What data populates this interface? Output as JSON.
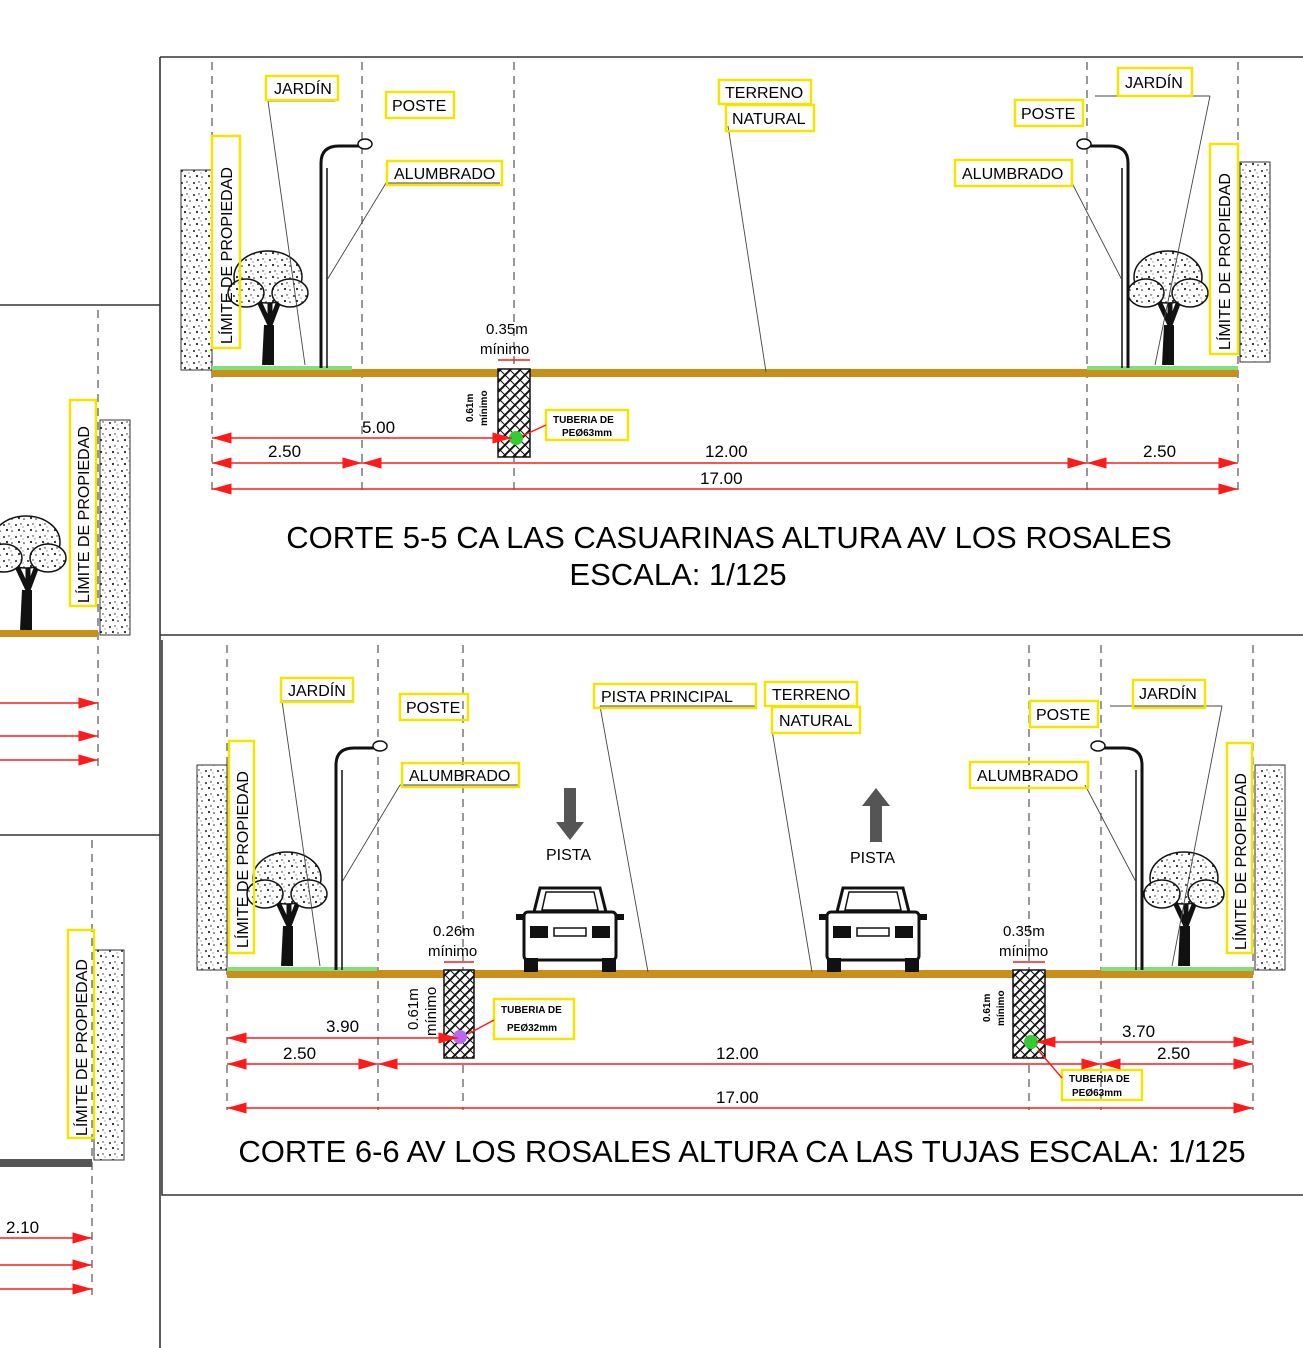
{
  "section_5": {
    "title": "CORTE 5-5 CA LAS CASUARINAS ALTURA AV LOS ROSALES",
    "scale": "ESCALA: 1/125",
    "labels": {
      "jardin_left": "JARDÍN",
      "poste_left": "POSTE",
      "alumbrado_left": "ALUMBRADO",
      "terreno": "TERRENO",
      "natural": "NATURAL",
      "jardin_right": "JARDÍN",
      "poste_right": "POSTE",
      "alumbrado_right": "ALUMBRADO",
      "limite_left": "LÍMITE DE PROPIEDAD",
      "limite_right": "LÍMITE DE PROPIEDAD",
      "trench_width": "0.35m",
      "trench_min": "mínimo",
      "trench_depth": "0.61m",
      "trench_depth_min": "mínimo",
      "pipe_line1": "TUBERIA DE",
      "pipe_line2": "PEØ63mm"
    },
    "dims": {
      "d5": "5.00",
      "d250l": "2.50",
      "d12": "12.00",
      "d250r": "2.50",
      "d17": "17.00"
    }
  },
  "section_6": {
    "title": "CORTE 6-6 AV LOS ROSALES ALTURA CA LAS TUJAS ESCALA: 1/125",
    "labels": {
      "jardin_left": "JARDÍN",
      "poste_left": "POSTE",
      "alumbrado_left": "ALUMBRADO",
      "pista_principal": "PISTA PRINCIPAL",
      "terreno": "TERRENO",
      "natural": "NATURAL",
      "poste_right": "POSTE",
      "jardin_right": "JARDÍN",
      "alumbrado_right": "ALUMBRADO",
      "pista_down": "PISTA",
      "pista_up": "PISTA",
      "limite_left": "LÍMITE DE PROPIEDAD",
      "limite_right": "LÍMITE DE PROPIEDAD",
      "trench_l_width": "0.26m",
      "trench_l_min": "mínimo",
      "trench_l_depth": "0.61m",
      "trench_l_depth_min": "mínimo",
      "pipe_l_line1": "TUBERIA DE",
      "pipe_l_line2": "PEØ32mm",
      "trench_r_width": "0.35m",
      "trench_r_min": "mínimo",
      "trench_r_depth": "0.61m",
      "trench_r_depth_min": "mínimo",
      "pipe_r_line1": "TUBERIA DE",
      "pipe_r_line2": "PEØ63mm"
    },
    "dims": {
      "d390": "3.90",
      "d250l": "2.50",
      "d12": "12.00",
      "d370": "3.70",
      "d250r": "2.50",
      "d17": "17.00"
    }
  },
  "partial_left": {
    "limite_top": "LÍMITE DE PROPIEDAD",
    "limite_bottom": "LÍMITE DE PROPIEDAD",
    "dim": "2.10"
  },
  "colors": {
    "ground": "#c8901a",
    "grass": "#7ee07e",
    "dimension": "#ff1a1a",
    "label_box": "#f2e600"
  }
}
